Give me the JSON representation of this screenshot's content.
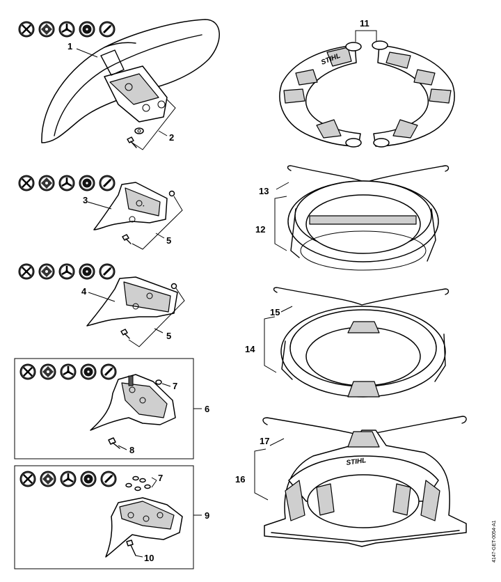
{
  "labels": {
    "p1": "1",
    "p2": "2",
    "p3": "3",
    "p4": "4",
    "p5a": "5",
    "p5b": "5",
    "p6": "6",
    "p7a": "7",
    "p7b": "7",
    "p8": "8",
    "p9": "9",
    "p10": "10",
    "p11": "11",
    "p12": "12",
    "p13": "13",
    "p14": "14",
    "p15": "15",
    "p16": "16",
    "p17": "17"
  },
  "doc_id": "4147-GET-0054-A1",
  "brand": "STIHL",
  "icons": [
    "grass-cutting-blade-icon",
    "brush-knife-icon",
    "shredder-blade-icon",
    "circular-saw-blade-icon",
    "mowing-head-icon"
  ]
}
